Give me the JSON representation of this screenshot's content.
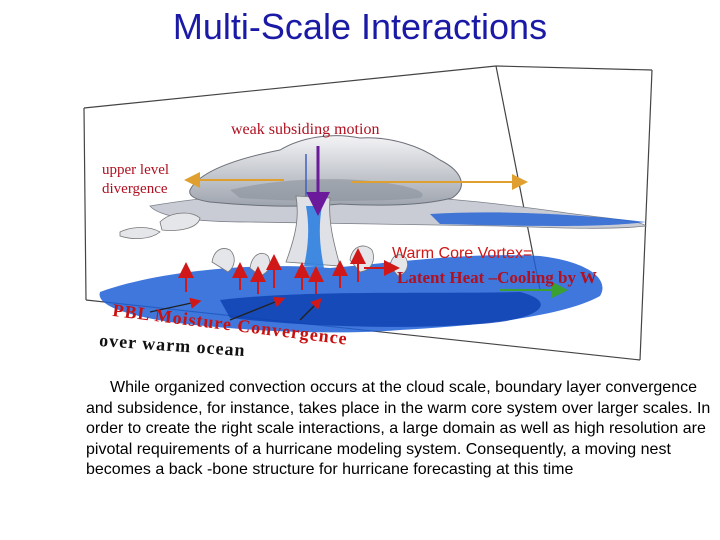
{
  "title": "Multi-Scale Interactions",
  "labels": {
    "weak_subsiding": "weak subsiding motion",
    "upper_level_1": "upper level",
    "upper_level_2": "divergence",
    "warm_core": "Warm Core Vortex=",
    "latent_heat": "Latent Heat –Cooling by W",
    "pbl": "PBL Moisture Convergence",
    "ocean": "over warm ocean"
  },
  "paragraph": "While organized convection  occurs at the cloud scale, boundary layer convergence and subsidence, for instance, takes place in the warm core system over larger scales. In order to create the right scale interactions, a large domain as well as high resolution are pivotal requirements of a hurricane modeling system. Consequently, a moving nest becomes a back -bone structure for hurricane forecasting at this time",
  "colors": {
    "title": "#1a1aa6",
    "label_red": "#b01020",
    "ocean_blue": "#1e5fd6",
    "arrow_red": "#d01818",
    "arrow_purple": "#6a1a9a",
    "arrow_orange": "#e0a030"
  }
}
